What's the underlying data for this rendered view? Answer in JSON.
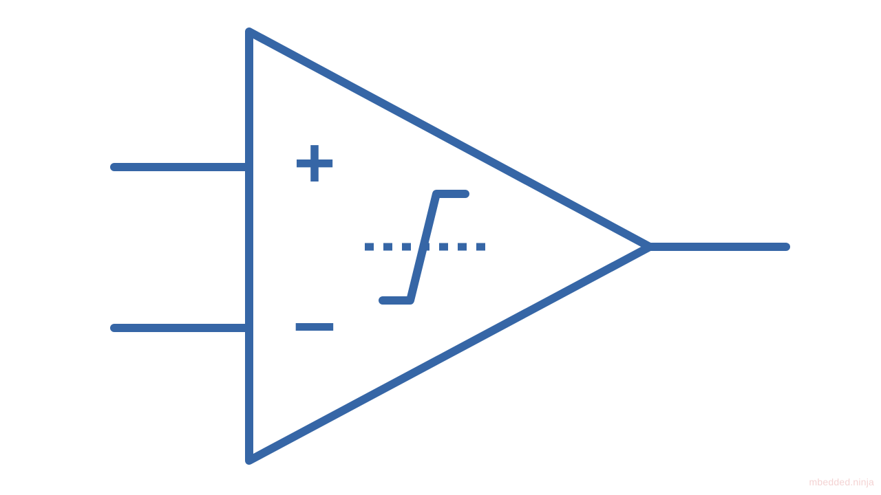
{
  "diagram": {
    "symbol": "comparator",
    "color": "#3666A6",
    "background": "#FFFFFF",
    "inputs": [
      {
        "polarity": "+",
        "label": "+"
      },
      {
        "polarity": "-",
        "label": "–"
      }
    ],
    "outputs": 1
  },
  "watermark": {
    "text": "mbedded.ninja",
    "color": "#F4D3D3"
  }
}
